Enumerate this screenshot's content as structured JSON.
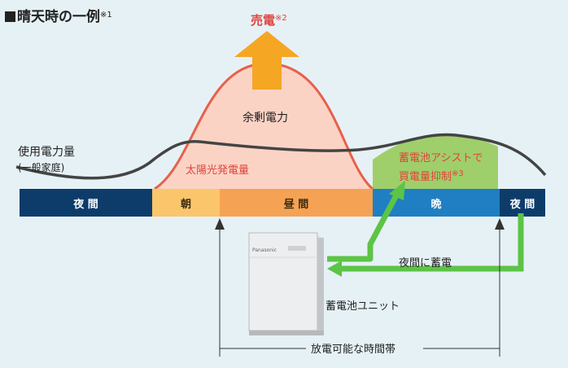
{
  "title": {
    "main": "晴天時の一例",
    "note": "※1"
  },
  "sell": {
    "label": "売電",
    "note": "※2"
  },
  "surplus": "余剰電力",
  "usage": {
    "line1": "使用電力量",
    "line2": "(一般家庭)"
  },
  "solar": "太陽光発電量",
  "assist": {
    "line1": "蓄電池アシストで",
    "line2": "買電量抑制",
    "note": "※3"
  },
  "timebar": [
    {
      "label": "夜 間",
      "color": "#0d3c6b",
      "text_color": "#ffffff"
    },
    {
      "label": "朝",
      "color": "#fbc66b",
      "text_color": "#3a2a10"
    },
    {
      "label": "昼 間",
      "color": "#f5a254",
      "text_color": "#3a2a10"
    },
    {
      "label": "晩",
      "color": "#1f7fc2",
      "text_color": "#ffffff"
    },
    {
      "label": "夜 間",
      "color": "#0d3c6b",
      "text_color": "#ffffff"
    }
  ],
  "night_charge": "夜間に蓄電",
  "unit_label": "蓄電池ユニット",
  "unit_brand": "Panasonic",
  "discharge": "放電可能な時間帯",
  "colors": {
    "solar_fill": "#fbd3c5",
    "solar_line": "#e8604a",
    "usage_line": "#444444",
    "assist_fill": "#9fcf6a",
    "arrow_orange": "#f5a623",
    "arrow_green": "#5cc446",
    "background": "#e6f1f6"
  }
}
